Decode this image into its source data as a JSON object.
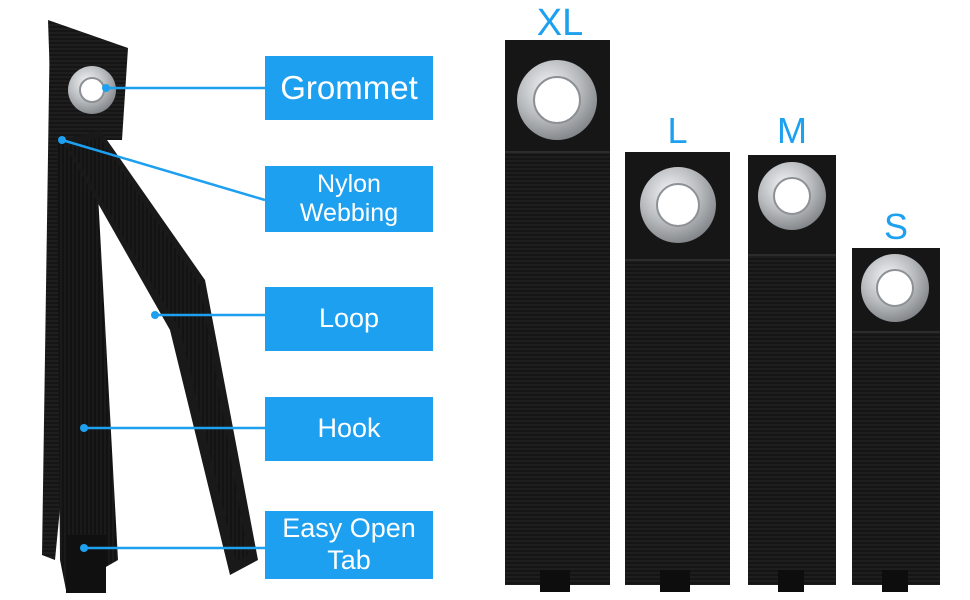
{
  "callouts": [
    {
      "lines": [
        "Grommet"
      ]
    },
    {
      "lines": [
        "Nylon",
        "Webbing"
      ]
    },
    {
      "lines": [
        "Loop"
      ]
    },
    {
      "lines": [
        "Hook"
      ]
    },
    {
      "lines": [
        "Easy Open",
        "Tab"
      ]
    }
  ],
  "sizes": {
    "xl": "XL",
    "l": "L",
    "m": "M",
    "s": "S"
  },
  "colors": {
    "accent": "#1ea0f0",
    "strap": "#141414",
    "grommet": "#c9cbcd"
  }
}
